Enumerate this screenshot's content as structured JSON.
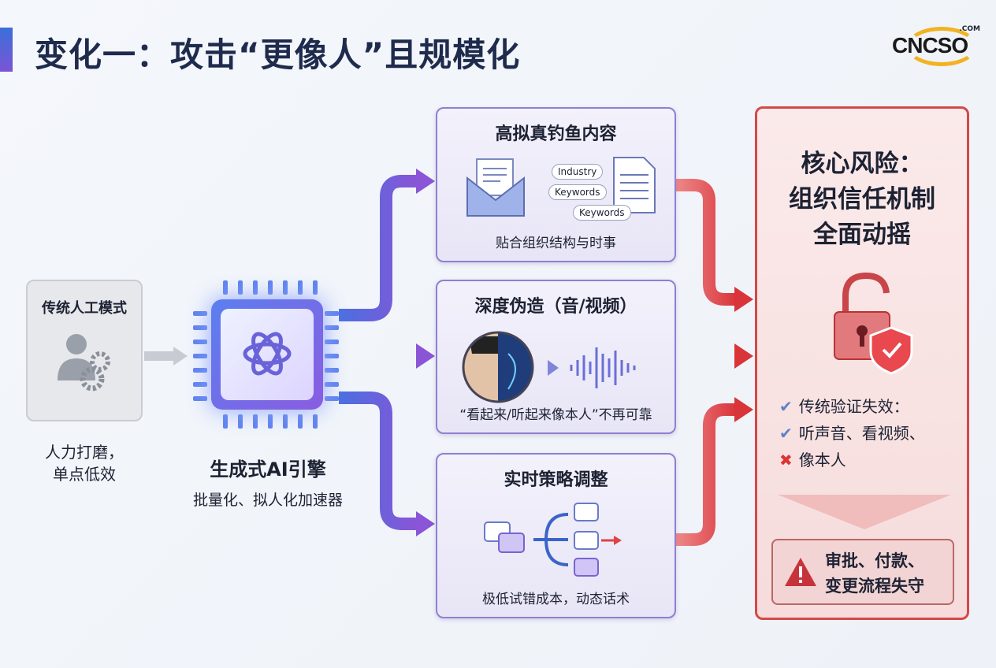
{
  "title": "变化一：攻击“更像人”且规模化",
  "logo": {
    "text": "CNCSO",
    "suffix": ".COM"
  },
  "traditional": {
    "title": "传统人工模式",
    "desc_line1": "人力打磨，",
    "desc_line2": "单点低效"
  },
  "engine": {
    "title": "生成式AI引擎",
    "subtitle": "批量化、拟人化加速器"
  },
  "cards": [
    {
      "title": "高拟真钓鱼内容",
      "tags": [
        "Industry",
        "Keywords",
        "Keywords"
      ],
      "caption": "贴合组织结构与时事"
    },
    {
      "title": "深度伪造（音/视频）",
      "caption": "“看起来/听起来像本人”不再可靠"
    },
    {
      "title": "实时策略调整",
      "caption": "极低试错成本，动态话术"
    }
  ],
  "risk": {
    "title_lines": [
      "核心风险：",
      "组织信任机制",
      "全面动摇"
    ],
    "items": [
      {
        "icon": "check-icon",
        "text": "传统验证失效："
      },
      {
        "icon": "check-icon",
        "text": "听声音、看视频、"
      },
      {
        "icon": "cross-icon",
        "text": "像本人"
      }
    ],
    "warning_lines": [
      "审批、付款、",
      "变更流程失守"
    ]
  },
  "colors": {
    "blue": "#4a6fe0",
    "purple": "#8a55d6",
    "red": "#d83a3a"
  }
}
